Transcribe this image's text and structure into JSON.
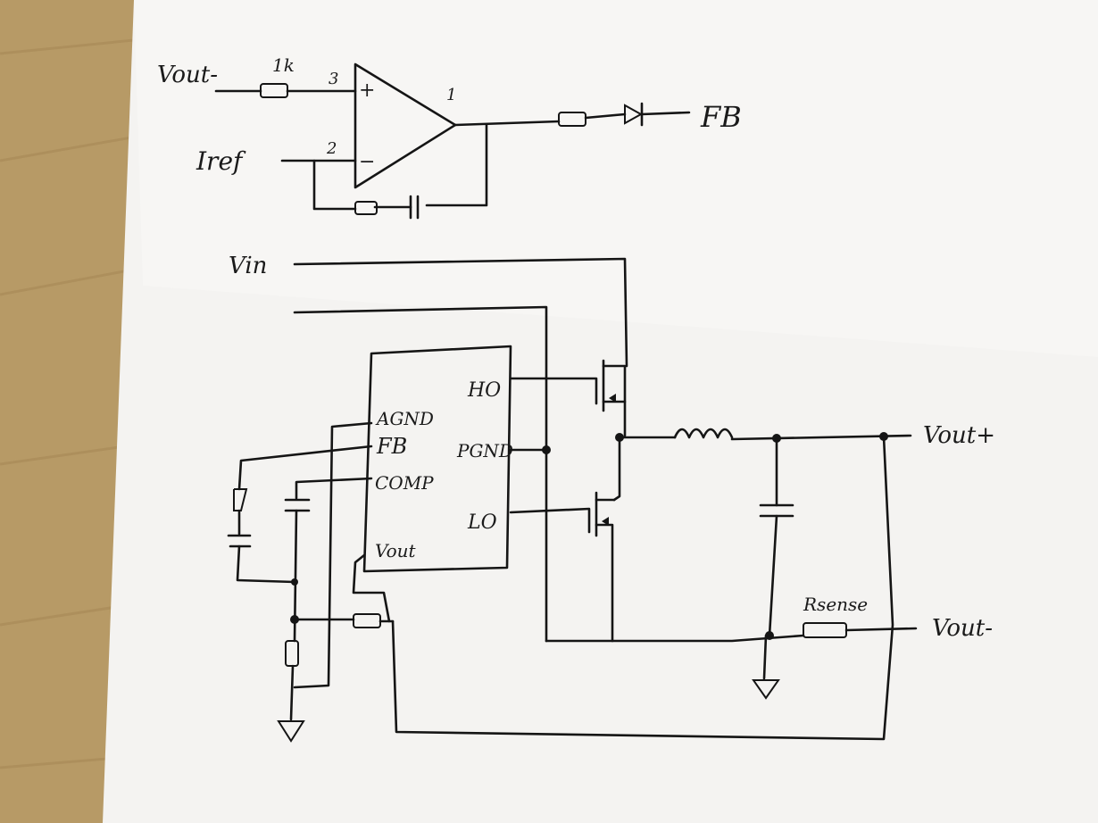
{
  "opamp": {
    "pin_plus": "3",
    "pin_minus": "2",
    "pin_out": "1",
    "plus_sign": "+",
    "minus_sign": "−",
    "input_plus": "Vout-",
    "input_minus": "Iref",
    "resistor_label": "1k",
    "output": "FB"
  },
  "power": {
    "vin": "Vin"
  },
  "controller": {
    "pins_left": [
      "AGND",
      "FB",
      "COMP",
      "Vout"
    ],
    "pins_right": [
      "HO",
      "PGND",
      "LO"
    ]
  },
  "outputs": {
    "vout_plus": "Vout+",
    "vout_minus": "Vout-",
    "rsense": "Rsense"
  },
  "paper_color": "#f4f3f1",
  "ink_color": "#151515",
  "desk_color": "#b99d6a"
}
